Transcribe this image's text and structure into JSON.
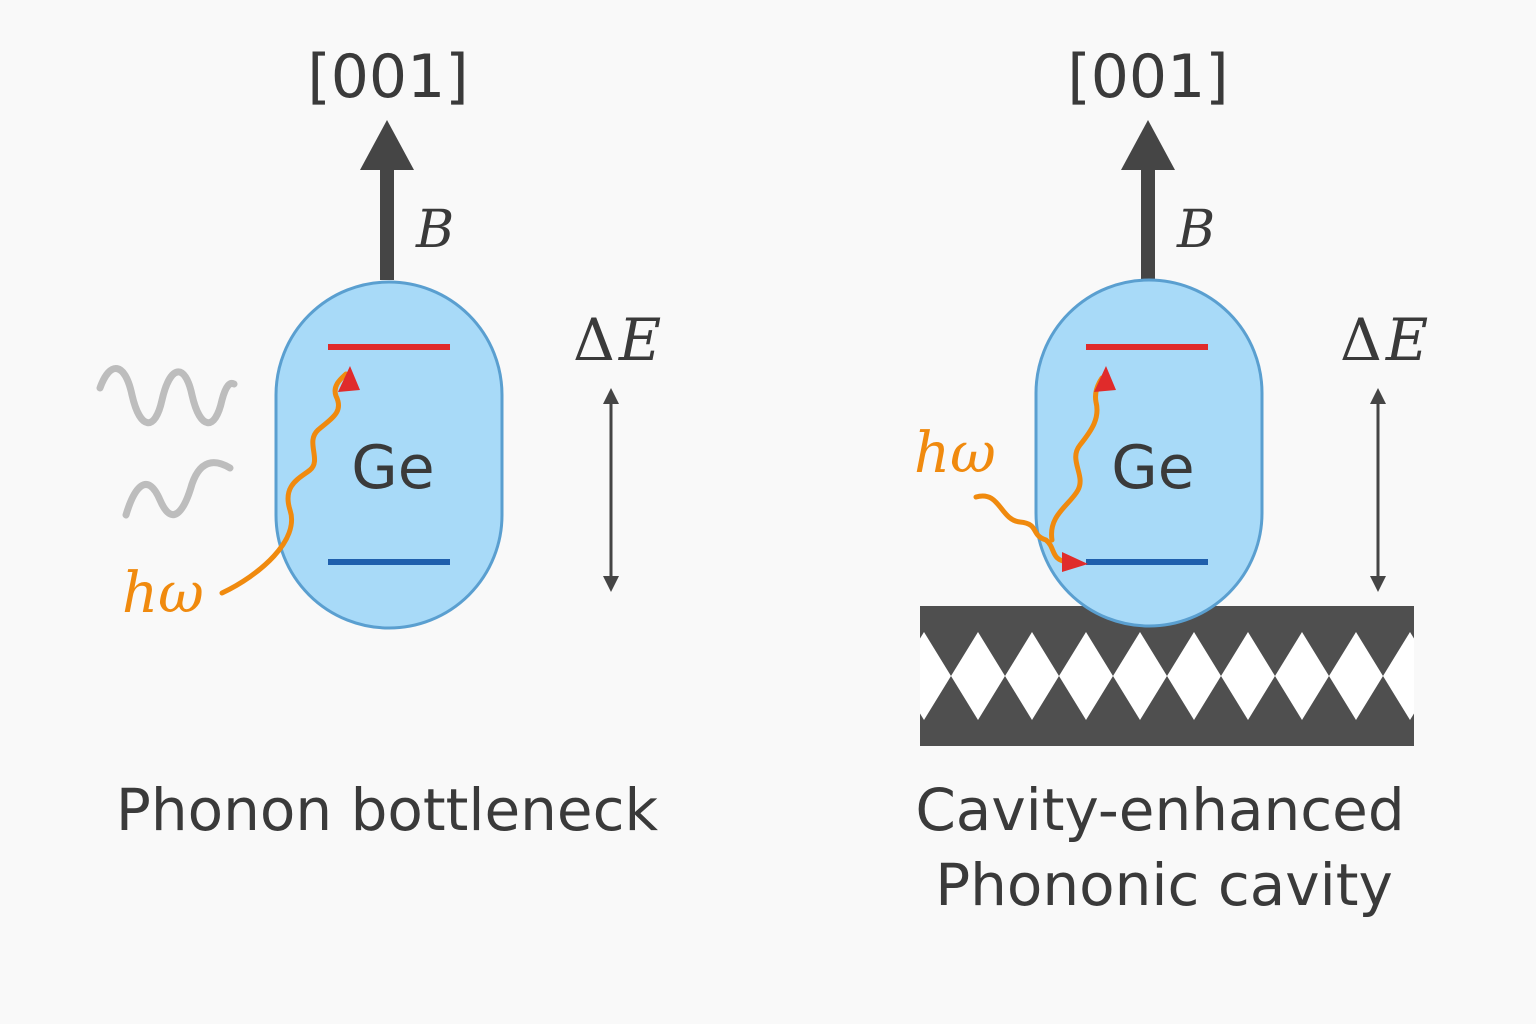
{
  "panels": [
    {
      "direction": "[001]",
      "field_label": "B",
      "material": "Ge",
      "energy_delta": "Δ",
      "energy_symbol": "E",
      "phonon_h": "h",
      "phonon_omega": "ω",
      "caption_line1": "Phonon bottleneck",
      "caption_line2": ""
    },
    {
      "direction": "[001]",
      "field_label": "B",
      "material": "Ge",
      "energy_delta": "Δ",
      "energy_symbol": "E",
      "phonon_h": "h",
      "phonon_omega": "ω",
      "caption_line1": "Cavity-enhanced",
      "caption_line2": "Phononic cavity"
    }
  ],
  "colors": {
    "background": "#f9f9f9",
    "arrow_dark": "#454545",
    "qubit_fill": "#a8daf8",
    "qubit_stroke": "#5a9fd0",
    "upper_level": "#e02b2b",
    "lower_level": "#1f5fad",
    "phonon_orange": "#f08a0e",
    "phonon_arrowhead": "#e02b2b",
    "thermal_wave_gray": "#bdbdbd",
    "cavity_dark": "#4f4f4f",
    "cavity_light": "#ffffff"
  }
}
